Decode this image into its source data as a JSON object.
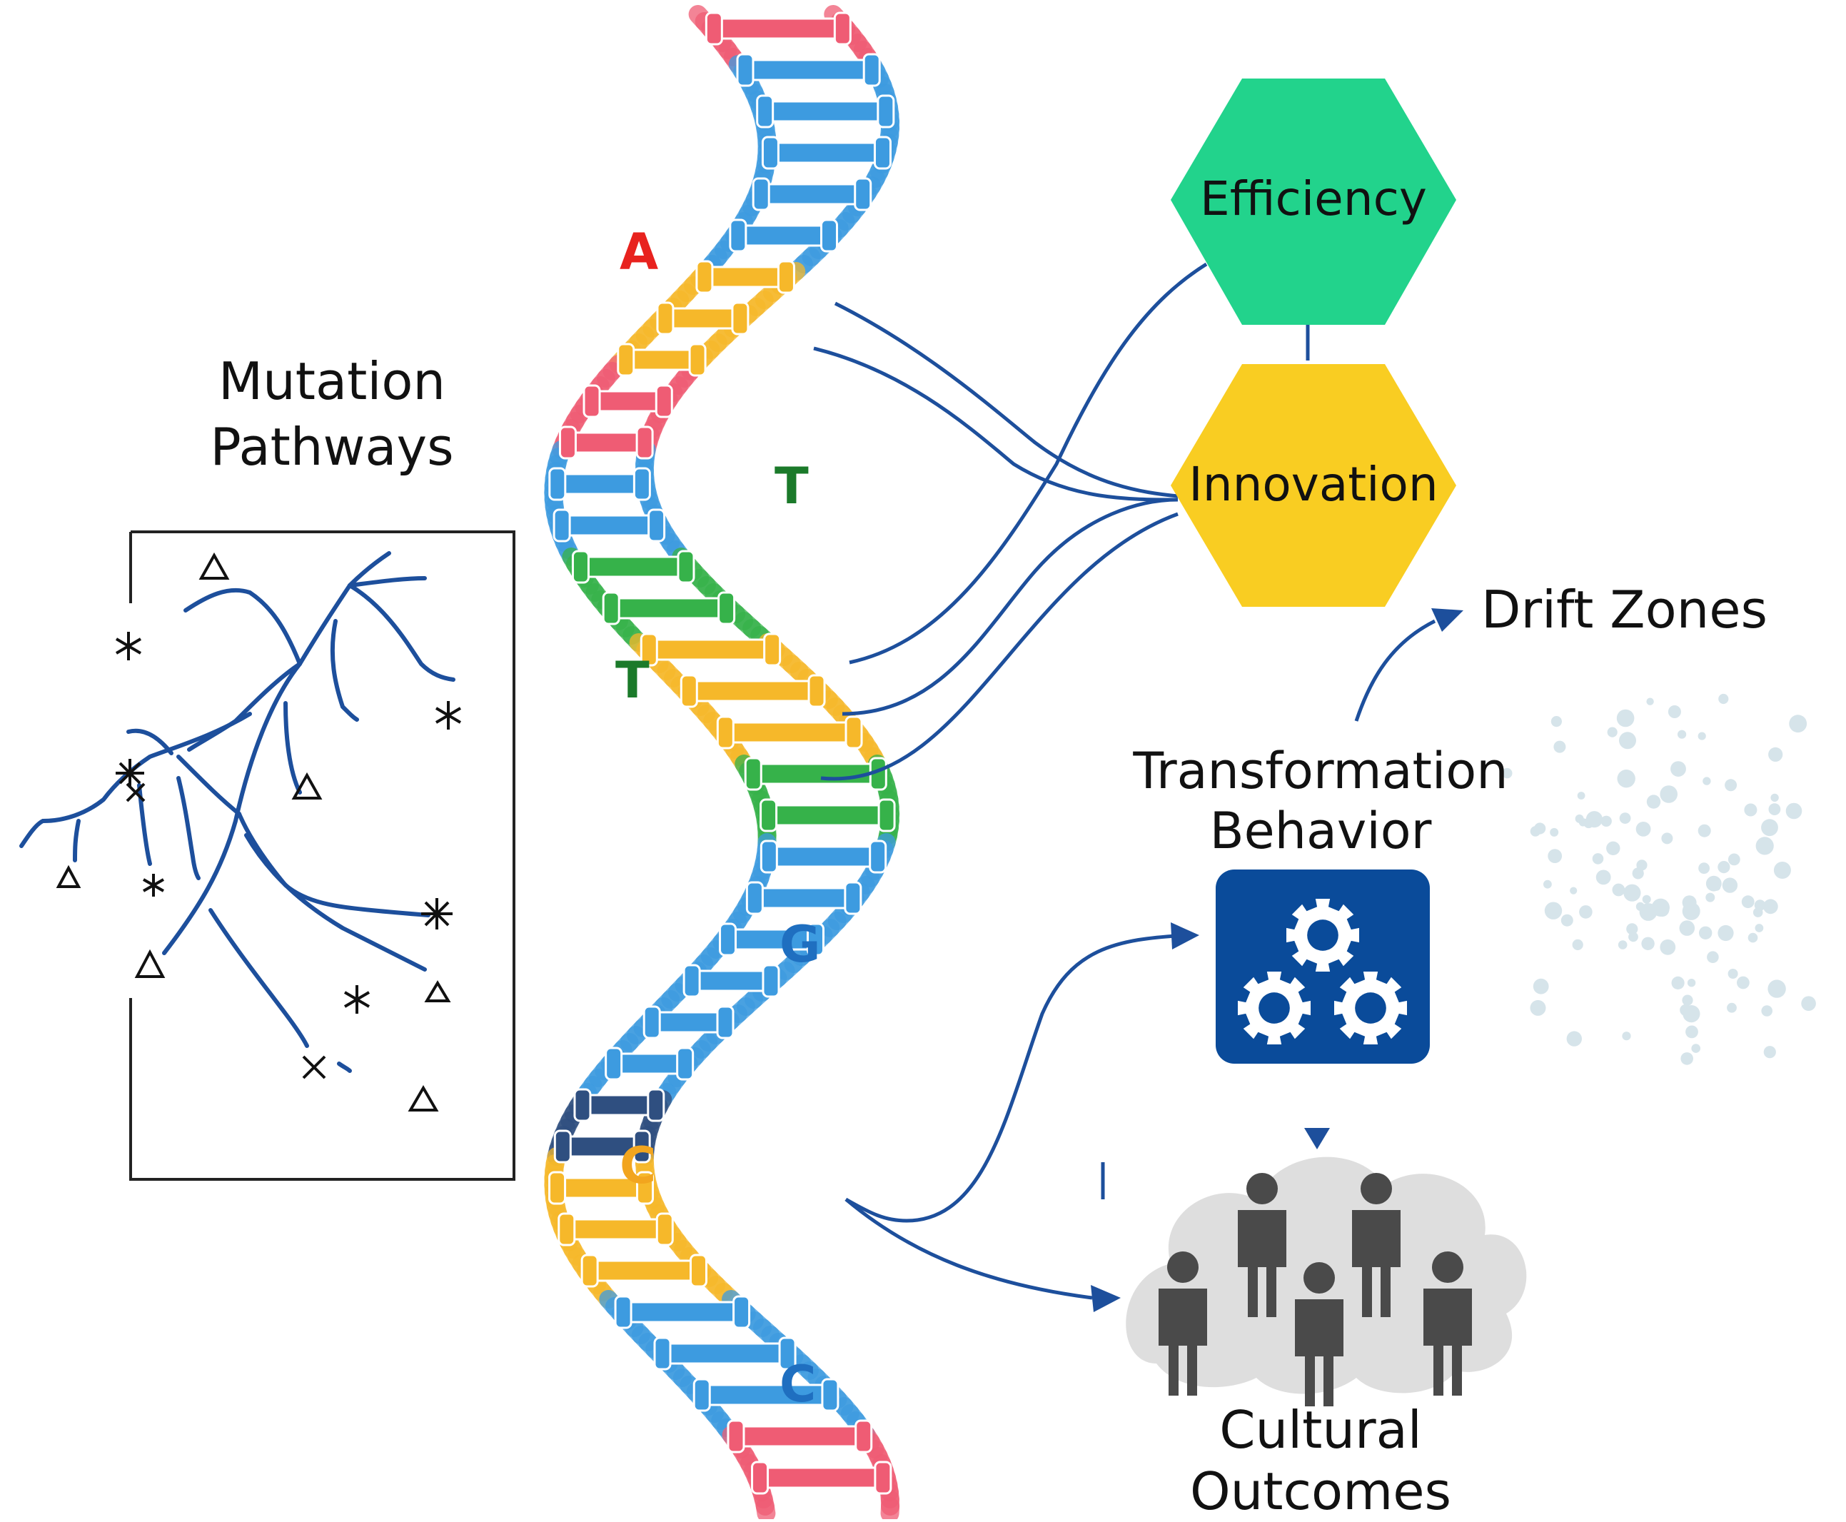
{
  "title_block": {
    "line1": "Mutation",
    "line2": "Pathways"
  },
  "bases": [
    {
      "letter": "A",
      "color": "#e8221e"
    },
    {
      "letter": "T",
      "color": "#1b7a2a"
    },
    {
      "letter": "T",
      "color": "#1b7a2a"
    },
    {
      "letter": "G",
      "color": "#1f6fc0"
    },
    {
      "letter": "C",
      "color": "#f2a51e"
    },
    {
      "letter": "C",
      "color": "#1f6fc0"
    }
  ],
  "nodes": {
    "efficiency": {
      "label": "Efficiency",
      "color": "#22d38c"
    },
    "innovation": {
      "label": "Innovation",
      "color": "#f9cd22"
    }
  },
  "drift": {
    "label": "Drift Zones"
  },
  "transformation": {
    "line1": "Transformation",
    "line2": "Behavior",
    "icon": "gears-icon",
    "color": "#0a4b9a"
  },
  "cultural": {
    "line1": "Cultural",
    "line2": "Outcomes",
    "icon": "people-group-icon"
  },
  "colors": {
    "line": "#1d4f9c",
    "strand_blue": "#3d9be0",
    "strand_red": "#ef5c74",
    "strand_green": "#36b24a",
    "strand_yellow": "#f6b82a",
    "strand_navy": "#2f4f80"
  },
  "pathway_marks": [
    "triangle-icon",
    "asterisk-icon",
    "cross-icon"
  ]
}
